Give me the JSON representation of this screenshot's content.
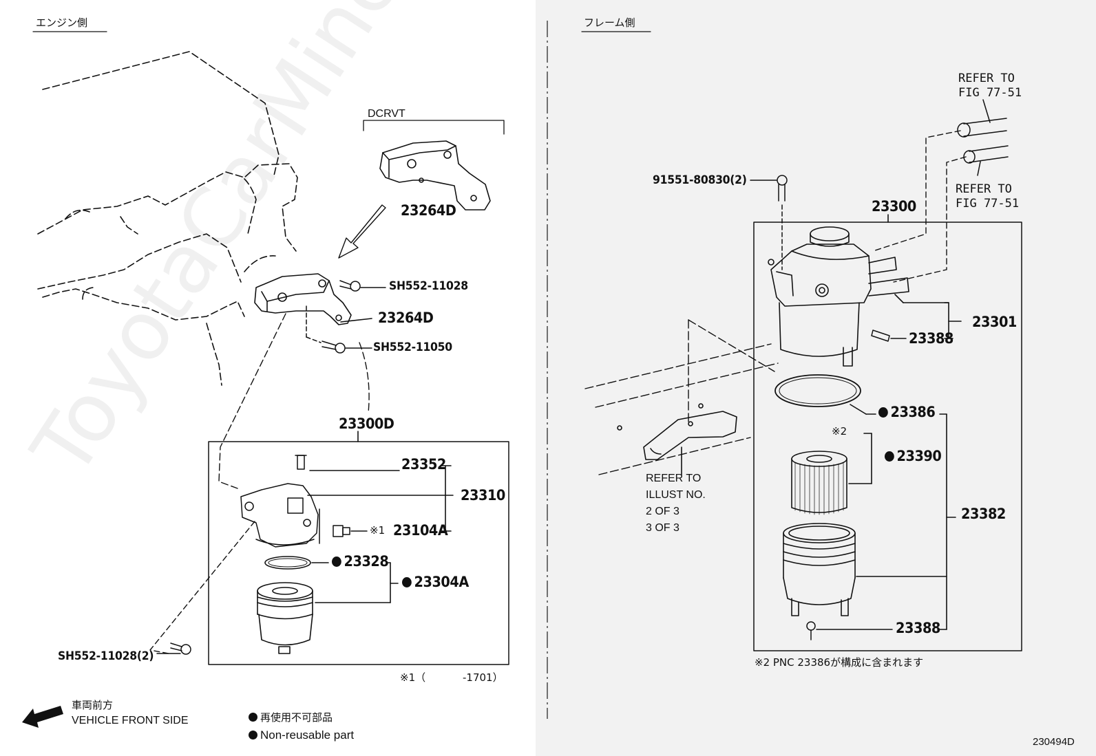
{
  "headers": {
    "engine_side": "エンジン側",
    "frame_side": "フレーム側"
  },
  "watermark": "ToyotaCarMine.ru",
  "left": {
    "dcrvt": "DCRVT",
    "bracket_top_part": "23264D",
    "bracket_part": "23264D",
    "bolt_1": "SH552-11028",
    "bolt_2": "SH552-11050",
    "bolt_bottom": "SH552-11028(2)",
    "assembly": "23300D",
    "screw": "23352",
    "head": "23310",
    "plug_mark": "※1",
    "plug": "23104A",
    "oring": "23328",
    "element": "23304A",
    "footnote_mark": "※1（",
    "footnote_value": "-1701）"
  },
  "right": {
    "bolt": "91551-80830(2)",
    "assembly": "23300",
    "refer_1_line1": "REFER TO",
    "refer_1_line2": "FIG 77-51",
    "refer_2_line1": "REFER TO",
    "refer_2_line2": "FIG 77-51",
    "head": "23301",
    "plug_top": "23388",
    "oring": "23386",
    "element_mark": "※2",
    "element": "23390",
    "case": "23382",
    "plug_bottom": "23388",
    "illust_line1": "REFER TO",
    "illust_line2": "ILLUST NO.",
    "illust_line3": "2 OF 3",
    "illust_line4": "3 OF 3",
    "footnote": "※2 PNC 23386が構成に含まれます"
  },
  "legend": {
    "front_jp": "車両前方",
    "front_en": "VEHICLE FRONT SIDE",
    "nonreuse_jp": "再使用不可部品",
    "nonreuse_en": "Non-reusable part"
  },
  "figure_id": "230494D",
  "colors": {
    "line": "#111111",
    "right_panel_bg": "#f2f2f2",
    "watermark": "#dcdcdc"
  }
}
